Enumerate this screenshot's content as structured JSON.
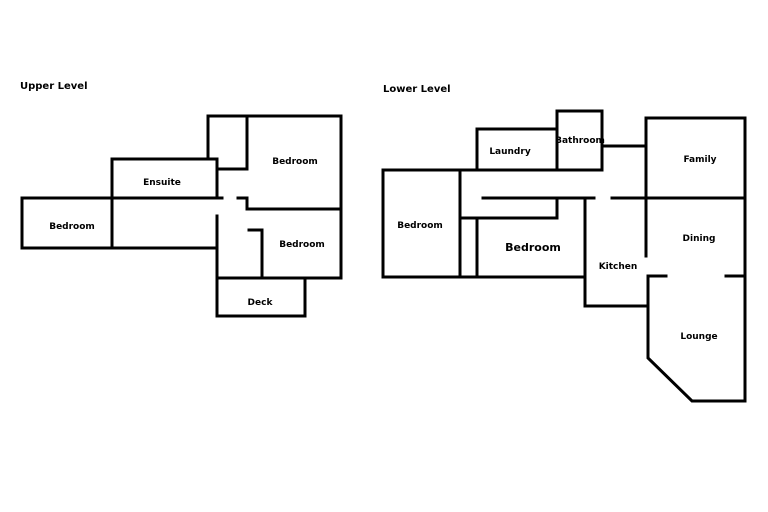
{
  "upper": {
    "title": "Upper Level",
    "rooms": {
      "ensuite": "Ensuite",
      "bedroom_left": "Bedroom",
      "bedroom_top": "Bedroom",
      "bedroom_mid": "Bedroom",
      "deck": "Deck"
    }
  },
  "lower": {
    "title": "Lower Level",
    "rooms": {
      "laundry": "Laundry",
      "bathroom": "Bathroom",
      "family": "Family",
      "bedroom_left": "Bedroom",
      "bedroom_center": "Bedroom",
      "dining": "Dining",
      "kitchen": "Kitchen",
      "lounge": "Lounge"
    }
  },
  "colors": {
    "wall": "#000000",
    "background": "#ffffff"
  }
}
